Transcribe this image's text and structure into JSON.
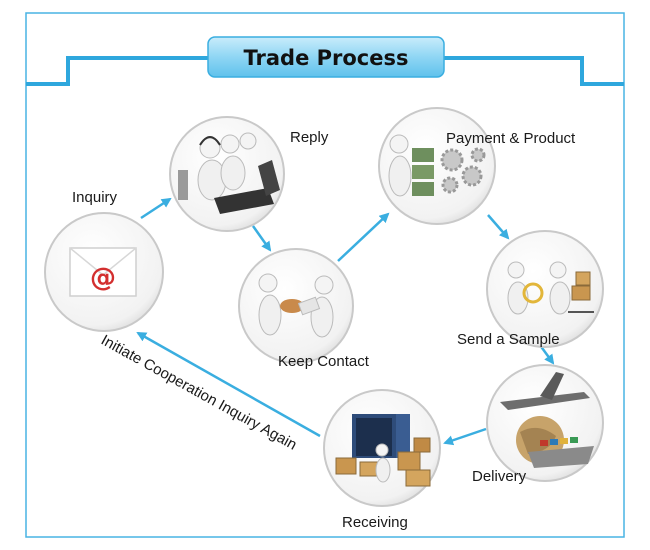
{
  "title": "Trade Process",
  "colors": {
    "accent": "#3aaee0",
    "border": "#48b4e4",
    "title_bg": "#7fd0f2"
  },
  "steps": [
    {
      "id": "inquiry",
      "label": "Inquiry",
      "icon": "email-at-icon"
    },
    {
      "id": "reply",
      "label": "Reply",
      "icon": "call-center-icon"
    },
    {
      "id": "keep-contact",
      "label": "Keep Contact",
      "icon": "handshake-icon"
    },
    {
      "id": "payment",
      "label": "Payment & Product",
      "icon": "money-gears-icon"
    },
    {
      "id": "sample",
      "label": "Send a Sample",
      "icon": "magnifier-boxes-icon"
    },
    {
      "id": "delivery",
      "label": "Delivery",
      "icon": "plane-globe-ship-icon"
    },
    {
      "id": "receiving",
      "label": "Receiving",
      "icon": "container-boxes-icon"
    }
  ],
  "loop_label": "Initiate Cooperation Inquiry Again"
}
